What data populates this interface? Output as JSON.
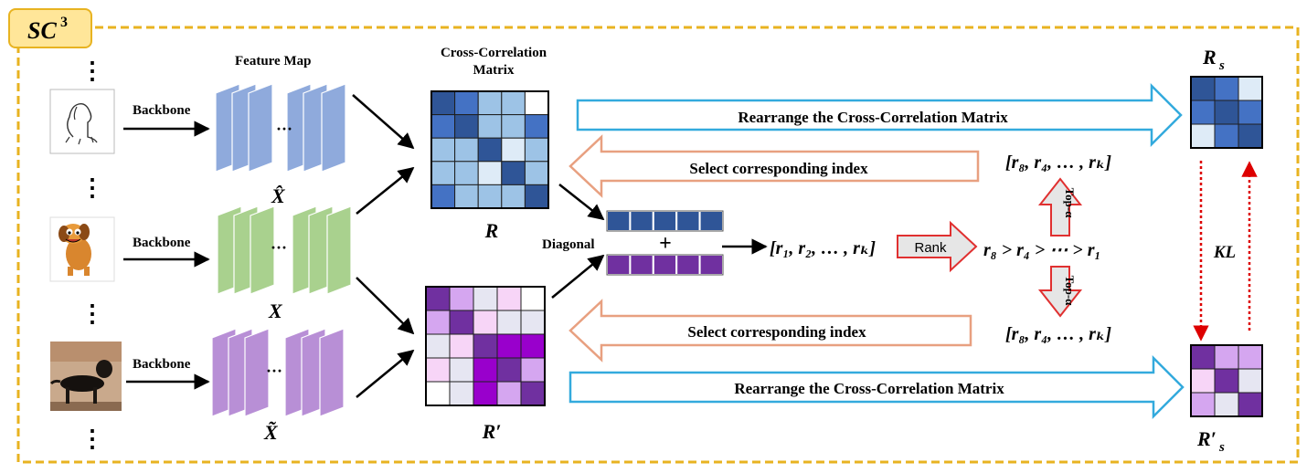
{
  "badge": {
    "text": "SC",
    "superscript": "3"
  },
  "labels": {
    "feature_map": "Feature Map",
    "cross_corr_line1": "Cross-Correlation",
    "cross_corr_line2": "Matrix",
    "backbone": "Backbone",
    "dots_h": "···",
    "x_hat": "X̂",
    "x": "X",
    "x_tilde": "X̃",
    "r": "R",
    "r_prime": "R′",
    "diagonal": "Diagonal",
    "plus": "+",
    "r_list": "[r₁, r₂, … , rₖ]",
    "rank": "Rank",
    "rank_order": "r₈ > r₄ > ⋯ > r₁",
    "selected_top": "[r₈, r₄, … , rₖ]",
    "selected_bottom": "[r₈, r₄, … , rₖ]",
    "top_a": "Top-α",
    "rearrange_top": "Rearrange the Cross-Correlation Matrix",
    "rearrange_bottom": "Rearrange the Cross-Correlation Matrix",
    "select_top": "Select corresponding index",
    "select_bottom": "Select corresponding index",
    "kl": "KL",
    "rs": "R",
    "rs_sub": "s",
    "rs_prime": "R′",
    "rs_prime_sub": "s",
    "ellipsis_v": "⋮"
  },
  "colors": {
    "badge_fill": "#FFE699",
    "badge_border": "#E8B321",
    "frame": "#E8B321",
    "blue_dark": "#2F5597",
    "blue_mid": "#4472C4",
    "blue_light": "#9DC3E6",
    "blue_pale": "#DEEBF7",
    "green_fm": "#A9D18E",
    "blue_fm": "#8FAADC",
    "purple_fm": "#B88FD6",
    "purple_dark": "#7030A0",
    "purple_bright": "#9900CC",
    "purple_light": "#D5A6F0",
    "pink_light": "#F7D5F7",
    "arrow_cyan": "#33AADD",
    "arrow_peach": "#E8A080",
    "arrow_red": "#E03030",
    "arrow_red_fill": "#E6E6E6"
  }
}
